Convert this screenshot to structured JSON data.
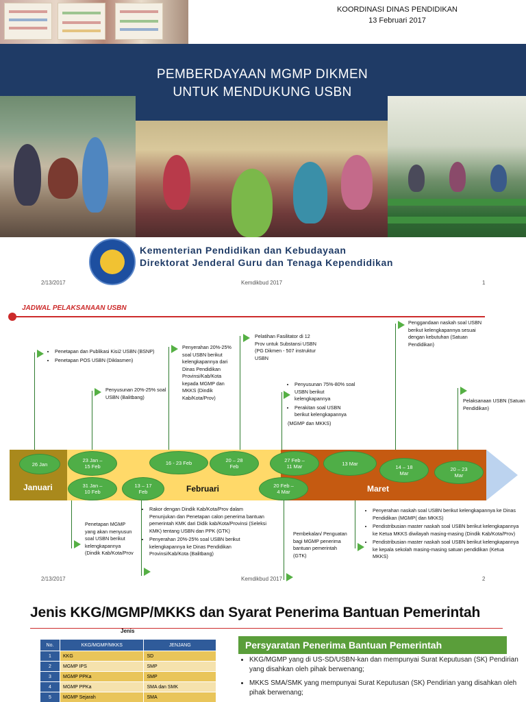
{
  "slide1": {
    "header_line1": "KOORDINASI DINAS PENDIDIKAN",
    "header_line2": "13 Februari 2017",
    "title_line1": "PEMBERDAYAAN MGMP DIKMEN",
    "title_line2": "UNTUK MENDUKUNG USBN",
    "org_line1": "Kementerian Pendidikan dan Kebudayaan",
    "org_line2": "Direktorat Jenderal Guru dan Tenaga Kependidikan",
    "footer_date": "2/13/2017",
    "footer_center": "Kemdikbud 2017",
    "footer_page": "1"
  },
  "slide2": {
    "title": "JADWAL PELAKSANAAN USBN",
    "months": {
      "jan": "Januari",
      "feb": "Februari",
      "mar": "Maret"
    },
    "ovals": {
      "o1": "26 Jan",
      "o2": "23 Jan –\n15 Feb",
      "o3": "31 Jan –\n10 Feb",
      "o4": "13 – 17\nFeb",
      "o5": "16  - 23 Feb",
      "o6": "20 – 28\nFeb",
      "o7": "27 Feb –\n11 Mar",
      "o8": "20 Feb –\n4 Mar",
      "o9": "13 Mar",
      "o10": "14 – 18\nMar",
      "o11": "20 – 23\nMar"
    },
    "notes": {
      "n1a": "Penetapan dan Publikasi Kisi2 USBN (BSNP)",
      "n1b": "Penetapan POS USBN (Diklasmen)",
      "n2": "Penyusunan 20%-25% soal USBN (Balitbang)",
      "n3": "Penyerahan 20%-25% soal USBN berikut kelengkapannya dari Dinas Pendidikan Provinsi/Kab/Kota kepada MGMP dan MKKS (Dindik Kab/Kota/Prov)",
      "n4": "Pelatihan Fasilitator di 12 Prov  untuk Substansi USBN (PG Dikmen - 507 instruktur USBN",
      "n5a": "Penyusunan 75%-80% soal USBN berikut kelengkapannya",
      "n5b": "Perakitan soal USBN berikut kelengkapannya",
      "n5c": "(MGMP dan MKKS)",
      "n6": "Penggandaan naskah soal USBN berikut kelengkapannya sesuai dengan kebutuhan (Satuan Pendidikan)",
      "n7": "Pelaksanaan USBN (Satuan Pendidikan)",
      "b1": "Penetapan MGMP yang akan menyusun soal USBN berikut kelengkapannya (Dindik Kab/Kota/Prov",
      "b2a": "Rakor dengan Dindik Kab/Kota/Prov dalam Penunjukan dan Penetapan calon penerima bantuan pemerintah KMK dari Didik kab/Kota/Provinsi (Seleksi KMK) tentang USBN dan PPK (GTK)",
      "b2b": "Penyerahan 20%-25% soal USBN berikut kelengkapannya ke Dinas Pendidikan Provinsi/Kab/Kota (Balitbang)",
      "b3": "Pembekalan/ Penguatan bagi MGMP penerima bantuan pemerintah (GTK)",
      "b4a": "Penyerahan naskah soal USBN berikut kelengkapannya ke Dinas Pendidikan (MGMP( dan MKKS)",
      "b4b": "Pendistribusian master naskah soal USBN berikut kelengkapannya ke Ketua MKKS diwilayah masing-masing (Dindik Kab/Kota/Prov)",
      "b4c": "Pendistribusian master naskah soal USBN berikut kelengkapannya ke kepala sekolah masing-masing satuan pendidikan (Ketua MKKS)"
    },
    "footer_date": "2/13/2017",
    "footer_center": "Kemdikbud 2017",
    "footer_page": "2"
  },
  "slide3": {
    "title": "Jenis KKG/MGMP/MKKS dan Syarat Penerima Bantuan Pemerintah",
    "table_label": "Jenis",
    "table_headers": [
      "No.",
      "KKG/MGMP/MKKS",
      "JENJANG"
    ],
    "table_rows": [
      [
        "1",
        "KKG",
        "SD"
      ],
      [
        "2",
        "MGMP IPS",
        "SMP"
      ],
      [
        "3",
        "MGMP PPKa",
        "SMP"
      ],
      [
        "4",
        "MGMP PPKa",
        "SMA dan SMK"
      ],
      [
        "5",
        "MGMP Sejarah",
        "SMA"
      ]
    ],
    "req_title": "Persyaratan Penerima Bantuan Pemerintah",
    "req_items": [
      "KKG/MGMP yang di US-SD/USBN-kan dan mempunyai Surat Keputusan (SK) Pendirian yang disahkan oleh pihak berwenang;",
      "MKKS SMA/SMK yang mempunyai Surat Keputusan (SK) Pendirian yang disahkan oleh pihak berwenang;"
    ]
  }
}
